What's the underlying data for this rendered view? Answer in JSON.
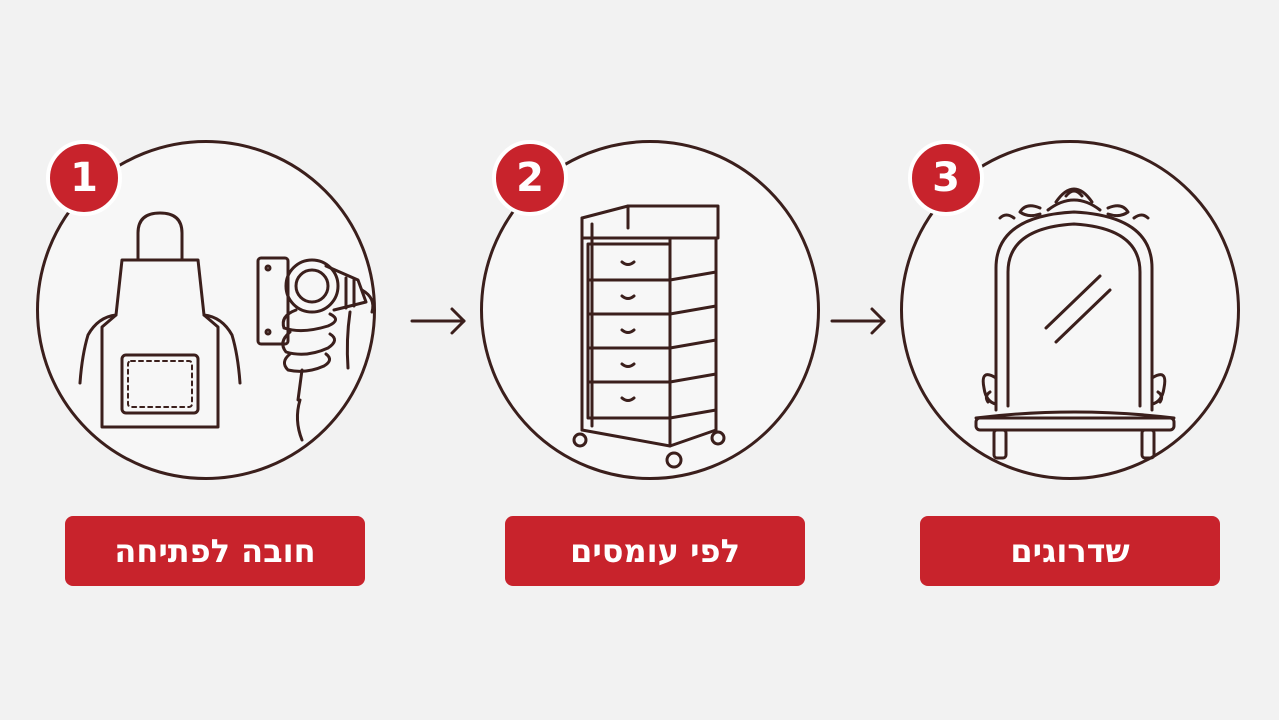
{
  "steps": [
    {
      "number": "1",
      "label": "חובה לפתיחה",
      "icon": "apron-and-hair-dryer-icon"
    },
    {
      "number": "2",
      "label": "לפי עומסים",
      "icon": "drawer-trolley-icon"
    },
    {
      "number": "3",
      "label": "שדרוגים",
      "icon": "ornate-mirror-icon"
    }
  ],
  "colors": {
    "accent": "#c8232c",
    "line": "#3b1f1c",
    "background": "#f2f2f2"
  }
}
